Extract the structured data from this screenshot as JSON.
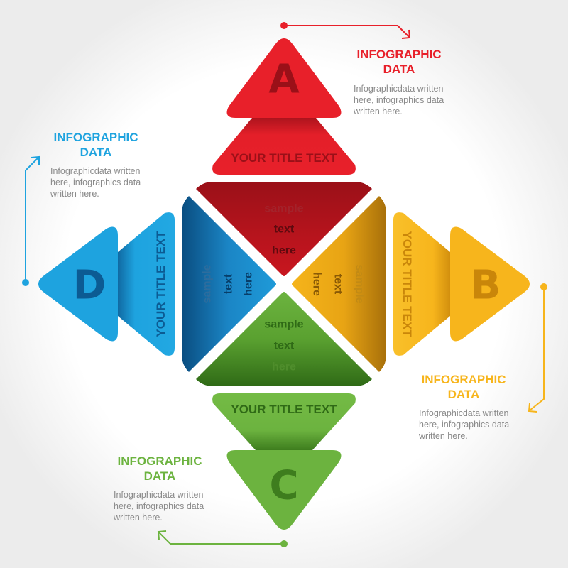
{
  "colors": {
    "red": "#e8202a",
    "red_dark": "#9a1018",
    "yellow": "#f7b51c",
    "yellow_dark": "#c9860a",
    "green": "#6cb33f",
    "green_dark": "#3e7d1e",
    "blue": "#1ea3df",
    "blue_dark": "#0c5b93",
    "grey_text": "#8a8a8a"
  },
  "items": {
    "a": {
      "letter": "A",
      "title": "YOUR TITLE TEXT",
      "sample": [
        "sample",
        "text",
        "here"
      ],
      "heading": [
        "INFOGRAPHIC",
        "DATA"
      ],
      "body": [
        "Infographicdata written",
        "here, infographics data",
        "written here."
      ]
    },
    "b": {
      "letter": "B",
      "title": "YOUR TITLE TEXT",
      "sample": [
        "sample",
        "text",
        "here"
      ],
      "heading": [
        "INFOGRAPHIC",
        "DATA"
      ],
      "body": [
        "Infographicdata written",
        "here, infographics data",
        "written here."
      ]
    },
    "c": {
      "letter": "C",
      "title": "YOUR TITLE TEXT",
      "sample": [
        "sample",
        "text",
        "here"
      ],
      "heading": [
        "INFOGRAPHIC",
        "DATA"
      ],
      "body": [
        "Infographicdata written",
        "here, infographics data",
        "written here."
      ]
    },
    "d": {
      "letter": "D",
      "title": "YOUR TITLE TEXT",
      "sample": [
        "sample",
        "text",
        "here"
      ],
      "heading": [
        "INFOGRAPHIC",
        "DATA"
      ],
      "body": [
        "Infographicdata written",
        "here, infographics data",
        "written here."
      ]
    }
  }
}
